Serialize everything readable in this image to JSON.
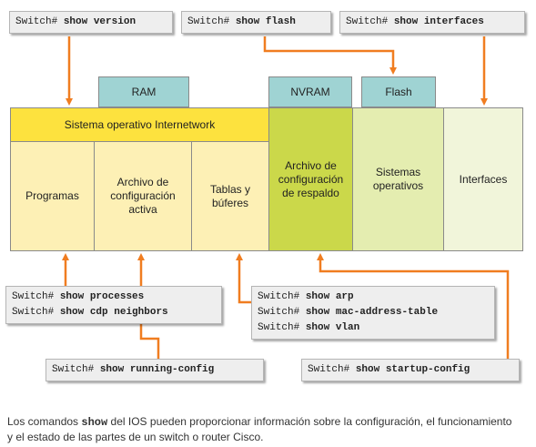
{
  "commands": {
    "version": {
      "prompt": "Switch#",
      "cmd": "show version"
    },
    "flash": {
      "prompt": "Switch#",
      "cmd": "show flash"
    },
    "interfaces": {
      "prompt": "Switch#",
      "cmd": "show interfaces"
    },
    "processes": [
      {
        "prompt": "Switch#",
        "cmd": "show processes"
      },
      {
        "prompt": "Switch#",
        "cmd": "show cdp neighbors"
      }
    ],
    "arp": [
      {
        "prompt": "Switch#",
        "cmd": "show arp"
      },
      {
        "prompt": "Switch#",
        "cmd": "show mac-address-table"
      },
      {
        "prompt": "Switch#",
        "cmd": "show vlan"
      }
    ],
    "running": {
      "prompt": "Switch#",
      "cmd": "show running-config"
    },
    "startup": {
      "prompt": "Switch#",
      "cmd": "show startup-config"
    }
  },
  "headers": {
    "ram": "RAM",
    "nvram": "NVRAM",
    "flash": "Flash"
  },
  "ios_banner": "Sistema operativo Internetwork",
  "cells": {
    "programas": "Programas",
    "archivo_activa": [
      "Archivo de",
      "configuración",
      "activa"
    ],
    "tablas": [
      "Tablas y",
      "búferes"
    ],
    "respaldo": [
      "Archivo de",
      "configuración",
      "de respaldo"
    ],
    "sistemas": [
      "Sistemas",
      "operativos"
    ],
    "interfaces": "Interfaces"
  },
  "caption": {
    "before": "Los comandos ",
    "keyword": "show",
    "after": " del IOS pueden proporcionar información sobre la configuración, el funcionamiento y el estado de las partes de un switch o router Cisco."
  },
  "colors": {
    "arrow": "#f07d20",
    "ram_header": "#9fd3d3",
    "ios_banner": "#fde23e",
    "ram_cells": "#fdf0b5",
    "nvram_cell": "#cbd84a",
    "flash_cell": "#e4edb0",
    "interfaces_cell": "#f1f5da",
    "command_box": "#eeeeee"
  }
}
